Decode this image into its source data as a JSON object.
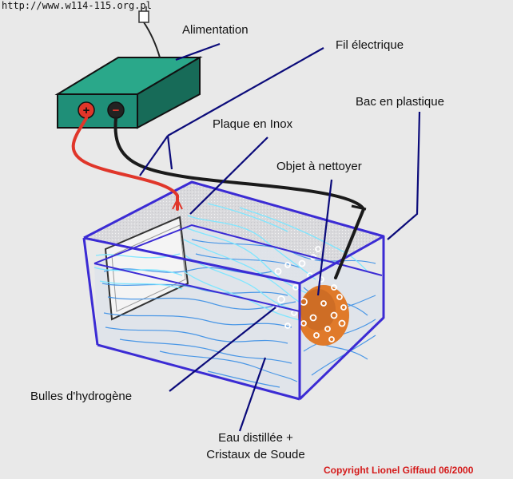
{
  "header": {
    "url": "http://www.w114-115.org.pl"
  },
  "labels": {
    "alimentation": "Alimentation",
    "fil_electrique": "Fil électrique",
    "bac_plastique": "Bac en plastique",
    "plaque_inox": "Plaque en Inox",
    "objet": "Objet à nettoyer",
    "bulles": "Bulles d'hydrogène",
    "eau_line1": "Eau distillée +",
    "eau_line2": "Cristaux de Soude"
  },
  "footer": {
    "copyright": "Copyright Lionel Giffaud 06/2000"
  },
  "terminals": {
    "positive": "+",
    "negative": "−"
  },
  "colors": {
    "background": "#e9e9e9",
    "power_box": "#1f8f78",
    "tank_edge": "#3b2bd4",
    "water_lines": "#3a8fe6",
    "red_wire": "#e0362a",
    "black_wire": "#1a1a1a",
    "copyright": "#d41a1a",
    "object": "#e07a2a"
  }
}
